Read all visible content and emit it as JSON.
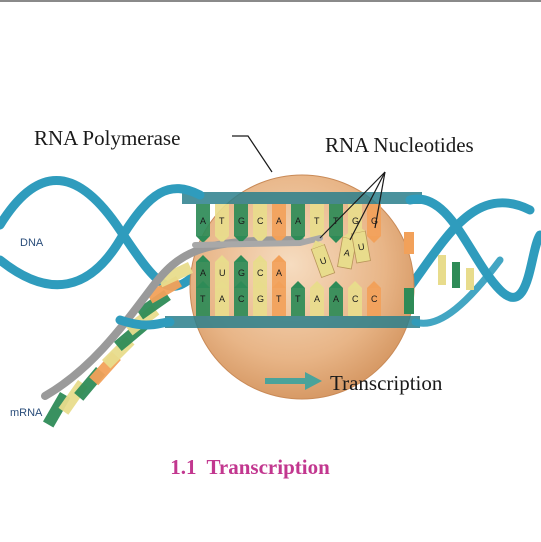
{
  "labels": {
    "rna_polymerase": "RNA Polymerase",
    "rna_nucleotides": "RNA Nucleotides",
    "dna": "DNA",
    "mrna": "mRNA",
    "transcription_arrow": "Transcription"
  },
  "template_strand_bases": [
    "A",
    "T",
    "G",
    "C",
    "A",
    "A",
    "T",
    "T",
    "G",
    "G"
  ],
  "coding_strand_bases": [
    "T",
    "A",
    "C",
    "G",
    "T",
    "T",
    "A",
    "A",
    "C",
    "C"
  ],
  "rna_strand_bases": [
    "A",
    "U",
    "G",
    "C",
    "A"
  ],
  "free_nucleotide_bases": [
    "U",
    "A",
    "U"
  ],
  "caption": {
    "number": "1.1",
    "title": "Transcription"
  },
  "colors": {
    "dna_backbone": "#2f9cbd",
    "polymerase": "#e9b98a",
    "base_green": "#2e8b57",
    "base_yellow": "#e8dc8c",
    "base_orange": "#f2a15a",
    "mrna_backbone": "#9a9a9a",
    "arrow": "#4aa39a",
    "caption": "#c2378f"
  }
}
